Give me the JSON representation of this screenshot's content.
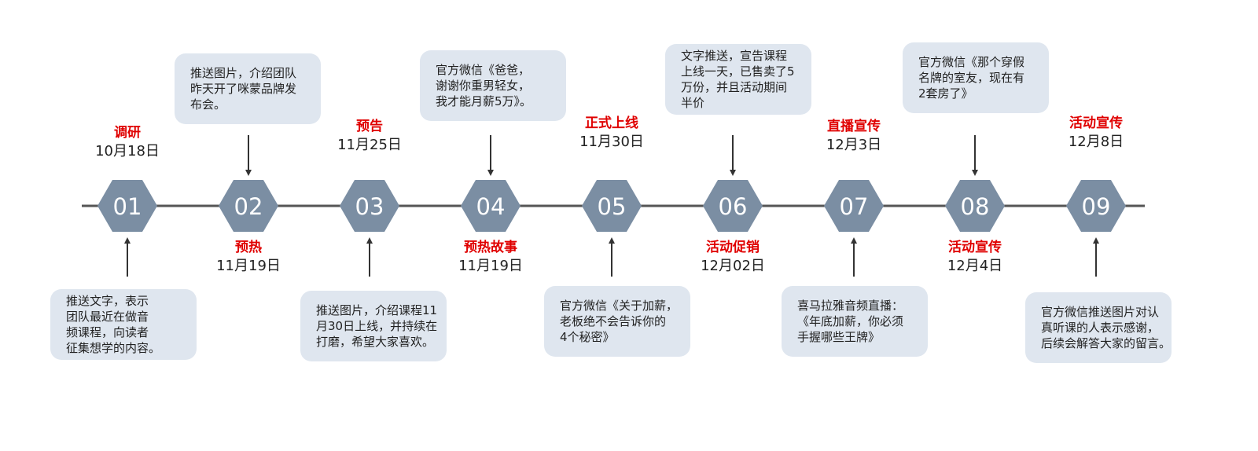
{
  "colors": {
    "hexagon": "#7b8ea3",
    "hex_text": "#ffffff",
    "note_bg": "#dfe6ef",
    "highlight_title": "#e00000",
    "title_dark": "#e00000",
    "line": "#555555",
    "arrow": "#333333",
    "text": "#222222"
  },
  "stages": [
    {
      "number": "01",
      "title": "调研",
      "date": "10月18日",
      "note": [
        "推送文字，表示",
        "团队最近在做音",
        "频课程，向读者",
        "征集想学的内容。"
      ]
    },
    {
      "number": "02",
      "title": "预热",
      "date": "11月19日",
      "note": [
        "推送图片，介绍团队",
        "昨天开了咪蒙品牌发",
        "布会。"
      ]
    },
    {
      "number": "03",
      "title": "预告",
      "date": "11月25日",
      "note": [
        "推送图片，介绍课程11",
        "月30日上线，并持续在",
        "打磨，希望大家喜欢。"
      ]
    },
    {
      "number": "04",
      "title": "预热故事",
      "date": "11月19日",
      "note": [
        "官方微信《爸爸，",
        "谢谢你重男轻女，",
        "我才能月薪5万》。"
      ]
    },
    {
      "number": "05",
      "title": "正式上线",
      "date": "11月30日",
      "note": [
        "官方微信《关于加薪，",
        "老板绝不会告诉你的",
        "4个秘密》"
      ]
    },
    {
      "number": "06",
      "title": "活动促销",
      "date": "12月02日",
      "note": [
        "文字推送，宣告课程",
        "上线一天，已售卖了5",
        "万份，并且活动期间",
        "半价"
      ]
    },
    {
      "number": "07",
      "title": "直播宣传",
      "date": "12月3日",
      "note": [
        "喜马拉雅音频直播：",
        "《年底加薪，你必须",
        "手握哪些王牌》"
      ]
    },
    {
      "number": "08",
      "title": "活动宣传",
      "date": "12月4日",
      "note": [
        "官方微信《那个穿假",
        "名牌的室友，现在有",
        "2套房了》"
      ]
    },
    {
      "number": "09",
      "title": "活动宣传",
      "date": "12月8日",
      "note": [
        "官方微信推送图片对认",
        "真听课的人表示感谢，",
        "后续会解答大家的留言。"
      ]
    }
  ]
}
